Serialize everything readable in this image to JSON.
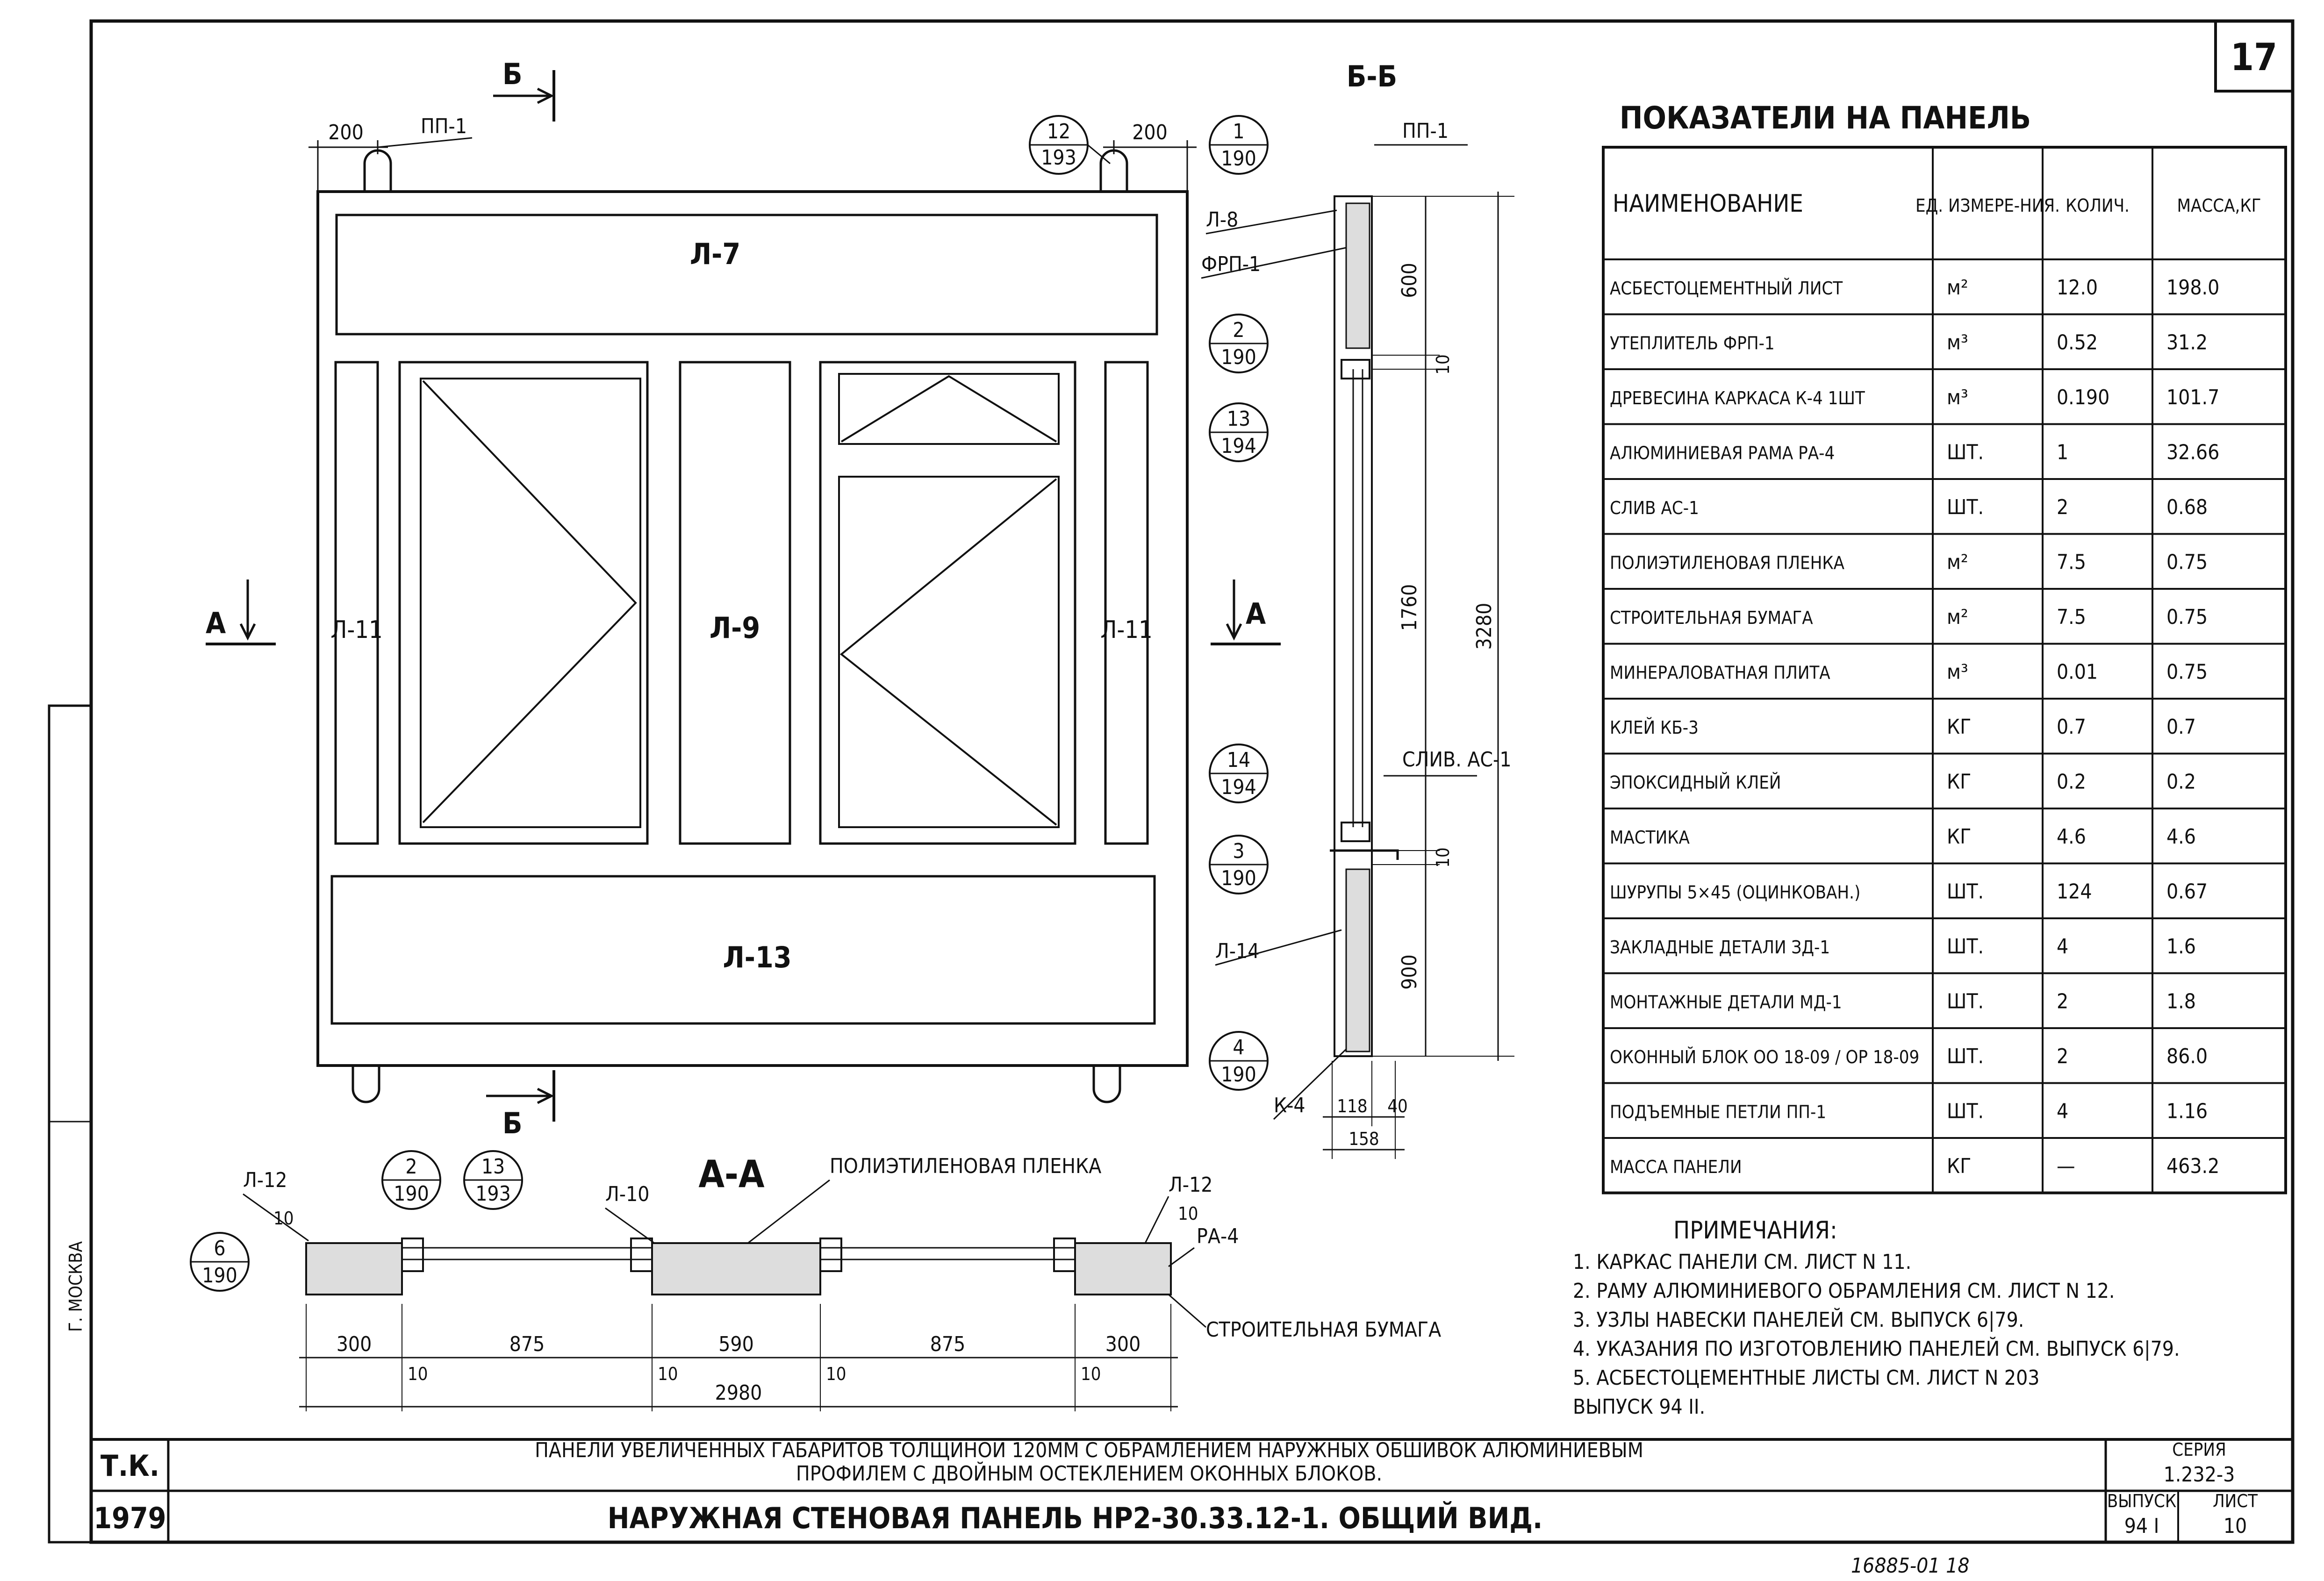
{
  "sheet_number": "17",
  "elevation": {
    "section_arrow": "Б",
    "dims": {
      "left_offset": "200",
      "right_offset": "200"
    },
    "loop_label": "ПП-1",
    "panels": {
      "top": "Л-7",
      "left_strip": "Л-11",
      "middle": "Л-9",
      "right_strip": "Л-11",
      "bottom": "Л-13"
    },
    "section_a_mark": "А",
    "refs": {
      "top_right": {
        "num": "12",
        "sheet": "193"
      }
    }
  },
  "section_bb": {
    "title": "Б-Б",
    "labels": {
      "loop": "ПП-1",
      "sheet_top": "Л-8",
      "insulation": "ФРП-1",
      "drip": "СЛИВ. АС-1",
      "sheet_bottom": "Л-14",
      "frame": "К-4"
    },
    "refs": [
      {
        "num": "1",
        "sheet": "190"
      },
      {
        "num": "2",
        "sheet": "190"
      },
      {
        "num": "13",
        "sheet": "194"
      },
      {
        "num": "14",
        "sheet": "194"
      },
      {
        "num": "3",
        "sheet": "190"
      },
      {
        "num": "4",
        "sheet": "190"
      }
    ],
    "dims": {
      "top": "600",
      "gap1": "10",
      "window": "1760",
      "gap2": "10",
      "bottom": "900",
      "total": "3280",
      "thick1": "118",
      "thick2": "40",
      "thick_total": "158"
    }
  },
  "section_aa": {
    "title": "А-А",
    "labels": {
      "film": "ПОЛИЭТИЛЕНОВАЯ ПЛЕНКА",
      "left_sheet": "Л-12",
      "mid_sheet": "Л-10",
      "right_sheet": "Л-12",
      "frame": "РА-4",
      "paper": "СТРОИТЕЛЬНАЯ БУМАГА",
      "ten_left": "10",
      "ten_right": "10"
    },
    "refs": [
      {
        "num": "2",
        "sheet": "190"
      },
      {
        "num": "13",
        "sheet": "193"
      },
      {
        "num": "6",
        "sheet": "190"
      }
    ],
    "dims": {
      "segments": [
        "300",
        "875",
        "590",
        "875",
        "300"
      ],
      "gaps": [
        "10",
        "10",
        "10",
        "10"
      ],
      "total": "2980"
    }
  },
  "table": {
    "title": "ПОКАЗАТЕЛИ НА ПАНЕЛЬ",
    "headers": [
      "НАИМЕНОВАНИЕ",
      "ЕД. ИЗМЕРЕ-НИЯ.",
      "КОЛИЧ.",
      "МАССА,КГ"
    ],
    "rows": [
      [
        "АСБЕСТОЦЕМЕНТНЫЙ ЛИСТ",
        "м²",
        "12.0",
        "198.0"
      ],
      [
        "УТЕПЛИТЕЛЬ ФРП-1",
        "м³",
        "0.52",
        "31.2"
      ],
      [
        "ДРЕВЕСИНА КАРКАСА К-4 1ШТ",
        "м³",
        "0.190",
        "101.7"
      ],
      [
        "АЛЮМИНИЕВАЯ РАМА РА-4",
        "ШТ.",
        "1",
        "32.66"
      ],
      [
        "СЛИВ АС-1",
        "ШТ.",
        "2",
        "0.68"
      ],
      [
        "ПОЛИЭТИЛЕНОВАЯ ПЛЕНКА",
        "м²",
        "7.5",
        "0.75"
      ],
      [
        "СТРОИТЕЛЬНАЯ БУМАГА",
        "м²",
        "7.5",
        "0.75"
      ],
      [
        "МИНЕРАЛОВАТНАЯ ПЛИТА",
        "м³",
        "0.01",
        "0.75"
      ],
      [
        "КЛЕЙ КБ-3",
        "КГ",
        "0.7",
        "0.7"
      ],
      [
        "ЭПОКСИДНЫЙ КЛЕЙ",
        "КГ",
        "0.2",
        "0.2"
      ],
      [
        "МАСТИКА",
        "КГ",
        "4.6",
        "4.6"
      ],
      [
        "ШУРУПЫ 5×45 (ОЦИНКОВАН.)",
        "ШТ.",
        "124",
        "0.67"
      ],
      [
        "ЗАКЛАДНЫЕ ДЕТАЛИ ЗД-1",
        "ШТ.",
        "4",
        "1.6"
      ],
      [
        "МОНТАЖНЫЕ ДЕТАЛИ МД-1",
        "ШТ.",
        "2",
        "1.8"
      ],
      [
        "ОКОННЫЙ БЛОК ОО 18-09 / ОР 18-09",
        "ШТ.",
        "2",
        "86.0"
      ],
      [
        "ПОДЪЕМНЫЕ ПЕТЛИ ПП-1",
        "ШТ.",
        "4",
        "1.16"
      ],
      [
        "МАССА ПАНЕЛИ",
        "КГ",
        "—",
        "463.2"
      ]
    ]
  },
  "notes": {
    "title": "ПРИМЕЧАНИЯ:",
    "items": [
      "1. КАРКАС ПАНЕЛИ СМ. ЛИСТ N 11.",
      "2. РАМУ АЛЮМИНИЕВОГО ОБРАМЛЕНИЯ СМ. ЛИСТ N 12.",
      "3. УЗЛЫ НАВЕСКИ ПАНЕЛЕЙ СМ. ВЫПУСК 6|79.",
      "4. УКАЗАНИЯ ПО ИЗГОТОВЛЕНИЮ ПАНЕЛЕЙ СМ. ВЫПУСК 6|79.",
      "5. АСБЕСТОЦЕМЕНТНЫЕ ЛИСТЫ СМ. ЛИСТ N 203",
      "ВЫПУСК 94 II."
    ]
  },
  "title_block": {
    "org": "Т.К.",
    "year": "1979",
    "description_line1": "ПАНЕЛИ УВЕЛИЧЕННЫХ ГАБАРИТОВ ТОЛЩИНОЙ 120ММ С ОБРАМЛЕНИЕМ НАРУЖНЫХ ОБШИВОК АЛЮМИНИЕВЫМ",
    "description_line2": "ПРОФИЛЕМ С ДВОЙНЫМ ОСТЕКЛЕНИЕМ ОКОННЫХ БЛОКОВ.",
    "drawing_title": "НАРУЖНАЯ СТЕНОВАЯ ПАНЕЛЬ НР2-30.33.12-1. ОБЩИЙ ВИД.",
    "series_label": "СЕРИЯ",
    "series_value": "1.232-3",
    "issue_label": "ВЫПУСК",
    "issue_value": "94 I",
    "sheet_label": "ЛИСТ",
    "sheet_value": "10"
  },
  "stamp_left": {
    "city": "Г. МОСКВА"
  },
  "archive_number": "16885-01 18"
}
